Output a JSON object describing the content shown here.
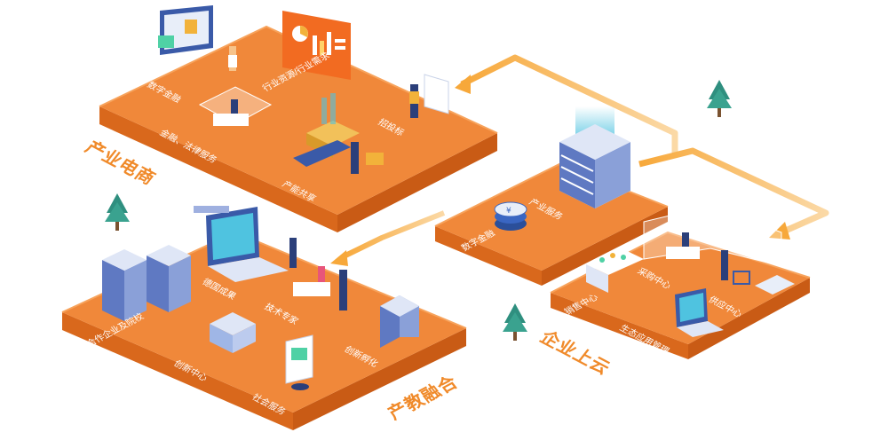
{
  "colors": {
    "platform_top": "#f0883a",
    "platform_side": "#d9681c",
    "platform_edge": "#f7a35c",
    "title": "#f08a2a",
    "arrow": "#f7a83a",
    "tree": "#2f8f7f",
    "building": "#6f86c8",
    "screen": "#4fc3e0"
  },
  "platforms": {
    "ecommerce": {
      "title": "产业电商",
      "labels": {
        "digital_finance": "数字金融",
        "industry_resources": "行业资源/行业需求",
        "finance_legal": "金融、法律服务",
        "bidding": "招投标",
        "capacity_sharing": "产能共享"
      }
    },
    "service_center": {
      "labels": {
        "industry_service": "产业服务",
        "digital_finance": "数字金融"
      }
    },
    "education": {
      "title": "产教融合",
      "labels": {
        "achievements": "德国成果",
        "tech_experts": "技术专家",
        "partner_schools": "合作企业及院校",
        "innovation_center": "创新中心",
        "innovation_incubation": "创新孵化",
        "social_service": "社会服务"
      }
    },
    "cloud": {
      "title": "企业上云",
      "labels": {
        "procurement_center": "采购中心",
        "sales_center": "销售中心",
        "supply_center": "供应中心",
        "ecosystem": "生态应用管理"
      }
    }
  }
}
